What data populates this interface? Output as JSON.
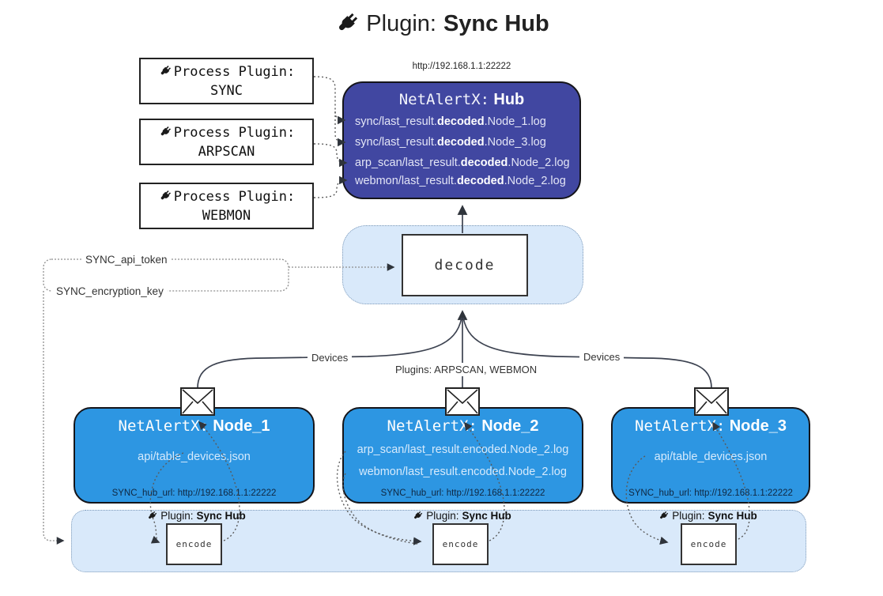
{
  "title": {
    "prefix": "Plugin:",
    "name": "Sync Hub"
  },
  "icons": {
    "title": "plug-icon",
    "process_box": "plug-icon",
    "node_mail": "envelope-icon",
    "encoder_label": "plug-icon"
  },
  "process_plugins": [
    {
      "label": "Process Plugin:",
      "name": "SYNC"
    },
    {
      "label": "Process Plugin:",
      "name": "ARPSCAN"
    },
    {
      "label": "Process Plugin:",
      "name": "WEBMON"
    }
  ],
  "hub": {
    "url": "http://192.168.1.1:22222",
    "prefix": "NetAlertX:",
    "name": "Hub",
    "log_lines": [
      {
        "pre": "sync/last_result.",
        "bold": "decoded",
        "post": ".Node_1.log"
      },
      {
        "pre": "sync/last_result.",
        "bold": "decoded",
        "post": ".Node_3.log"
      },
      {
        "pre": "arp_scan/last_result.",
        "bold": "decoded",
        "post": ".Node_2.log"
      },
      {
        "pre": "webmon/last_result.",
        "bold": "decoded",
        "post": ".Node_2.log"
      }
    ]
  },
  "decode": {
    "label": "decode"
  },
  "secrets": {
    "api_token": "SYNC_api_token",
    "encryption_key": "SYNC_encryption_key"
  },
  "edges": {
    "devices_left": "Devices",
    "devices_right": "Devices",
    "plugins_center": "Plugins: ARPSCAN, WEBMON"
  },
  "nodes": [
    {
      "prefix": "NetAlertX:",
      "name": "Node_1",
      "files": [
        "api/table_devices.json"
      ],
      "hub_url": "SYNC_hub_url: http://192.168.1.1:22222"
    },
    {
      "prefix": "NetAlertX:",
      "name": "Node_2",
      "files": [
        "arp_scan/last_result.encoded.Node_2.log",
        "webmon/last_result.encoded.Node_2.log"
      ],
      "hub_url": "SYNC_hub_url: http://192.168.1.1:22222"
    },
    {
      "prefix": "NetAlertX:",
      "name": "Node_3",
      "files": [
        "api/table_devices.json"
      ],
      "hub_url": "SYNC_hub_url: http://192.168.1.1:22222"
    }
  ],
  "encoders": [
    {
      "plugin_prefix": "Plugin:",
      "plugin_name": "Sync Hub",
      "label": "encode"
    },
    {
      "plugin_prefix": "Plugin:",
      "plugin_name": "Sync Hub",
      "label": "encode"
    },
    {
      "plugin_prefix": "Plugin:",
      "plugin_name": "Sync Hub",
      "label": "encode"
    }
  ],
  "colors": {
    "hub_bg": "#4147a1",
    "node_bg": "#2d96e2",
    "panel_bg": "#d9e9fa",
    "panel_border": "#7d99b8",
    "hub_text": "#e3e5f6",
    "node_file_text": "#d6eafc",
    "node_url_text": "#0f2741",
    "line": "#3c4250",
    "dotted": "#5a5a5a"
  }
}
